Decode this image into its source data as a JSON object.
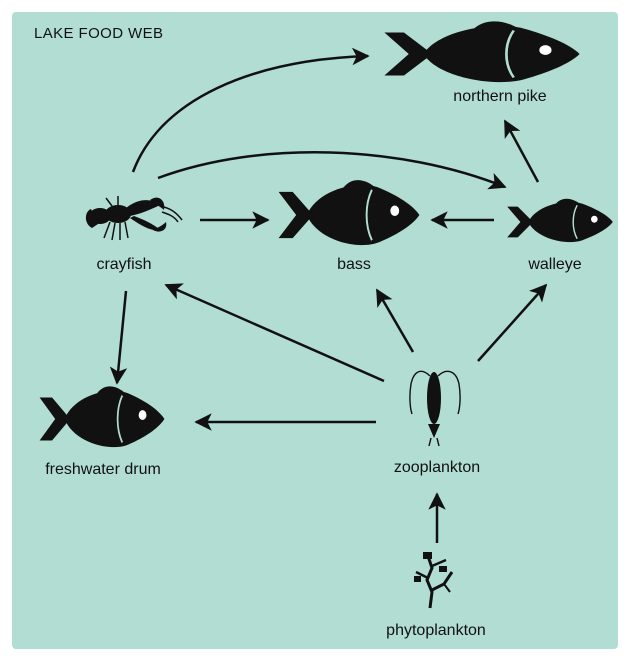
{
  "title": "LAKE FOOD WEB",
  "organisms": {
    "northern_pike": "northern pike",
    "bass": "bass",
    "walleye": "walleye",
    "crayfish": "crayfish",
    "freshwater_drum": "freshwater drum",
    "zooplankton": "zooplankton",
    "phytoplankton": "phytoplankton"
  },
  "links": [
    {
      "from": "crayfish",
      "to": "northern pike"
    },
    {
      "from": "crayfish",
      "to": "walleye"
    },
    {
      "from": "crayfish",
      "to": "bass"
    },
    {
      "from": "walleye",
      "to": "bass"
    },
    {
      "from": "walleye",
      "to": "northern pike"
    },
    {
      "from": "crayfish",
      "to": "freshwater drum"
    },
    {
      "from": "zooplankton",
      "to": "crayfish"
    },
    {
      "from": "zooplankton",
      "to": "bass"
    },
    {
      "from": "zooplankton",
      "to": "walleye"
    },
    {
      "from": "zooplankton",
      "to": "freshwater drum"
    },
    {
      "from": "phytoplankton",
      "to": "zooplankton"
    }
  ],
  "colors": {
    "background": "#b2ddd3",
    "ink": "#111111"
  }
}
